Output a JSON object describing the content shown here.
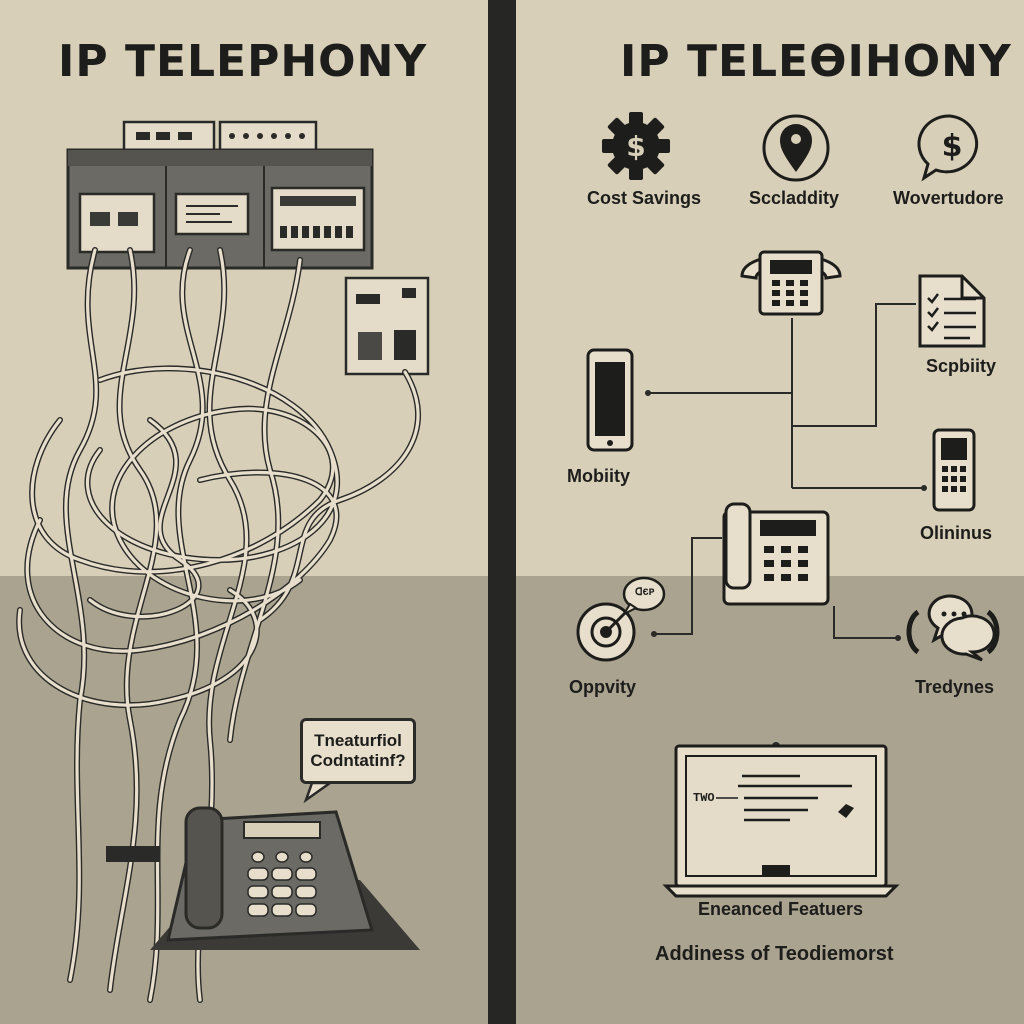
{
  "left_panel": {
    "title": "IP TELEPHONY",
    "bubble_line1": "Tneaturfiol",
    "bubble_line2": "Codntatinf?"
  },
  "right_panel": {
    "title": "IP TELEӨIHONY",
    "features": {
      "cost_savings": "Cost Savings",
      "scalability": "Sccladdity",
      "wovertudore": "Wovertudore",
      "scpbiity": "Scpbiity",
      "mobility": "Mobiity",
      "olininus": "Olininus",
      "oppvity": "Oppvity",
      "tredynes": "Tredynes",
      "bubble_text": "ᗡЄР",
      "screen_label": "TWO",
      "enhanced": "Eneanced Featuers",
      "footer": "Addiness of Teodiemorst"
    }
  },
  "colors": {
    "background_top": "#d8cfb9",
    "background_bottom": "#aaa390",
    "ink": "#1d1d1b",
    "divider": "#262624"
  },
  "icons": [
    "gear-dollar-icon",
    "location-pin-icon",
    "dollar-chat-icon",
    "desk-phone-icon",
    "checklist-document-icon",
    "smartphone-icon",
    "feature-phone-icon",
    "office-phone-icon",
    "target-icon",
    "chat-bubbles-icon",
    "laptop-icon",
    "server-rack-icon",
    "tangled-cables-icon",
    "old-telephone-icon"
  ]
}
